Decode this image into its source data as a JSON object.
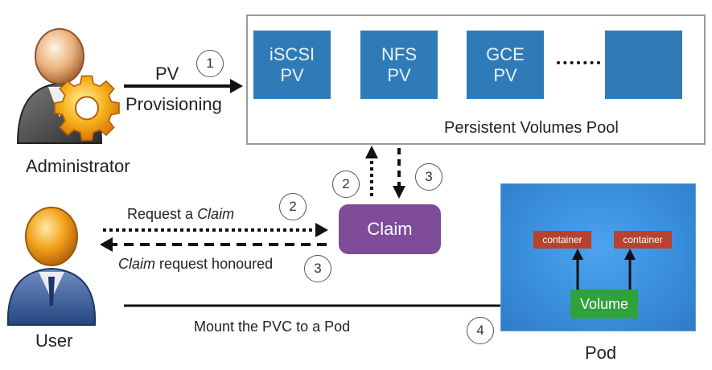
{
  "colors": {
    "pv_blue": "#2f7bb7",
    "claim_purple": "#7e4c98",
    "pod_blue": "#3a8fdc",
    "container_red": "#b7432e",
    "volume_green": "#2fa23c",
    "arrow": "#111111"
  },
  "icons": {
    "administrator": "administrator-with-gear-icon",
    "user": "user-icon"
  },
  "admin": {
    "label": "Administrator",
    "pv_label": "PV",
    "provisioning_label": "Provisioning",
    "step": "1"
  },
  "pool": {
    "title": "Persistent Volumes Pool",
    "volumes": [
      {
        "line1": "iSCSI",
        "line2": "PV"
      },
      {
        "line1": "NFS",
        "line2": "PV"
      },
      {
        "line1": "GCE",
        "line2": "PV"
      },
      {
        "line1": "",
        "line2": ""
      }
    ]
  },
  "claim": {
    "label": "Claim",
    "step_up": "2",
    "step_down": "3"
  },
  "user": {
    "label": "User",
    "request_prefix": "Request a ",
    "request_claim": "Claim",
    "request_step": "2",
    "honoured_claim": "Claim",
    "honoured_suffix": " request honoured",
    "honoured_step": "3",
    "mount_label": "Mount the PVC to a Pod",
    "mount_step": "4"
  },
  "pod": {
    "label": "Pod",
    "containers": [
      "container",
      "container"
    ],
    "volume": "Volume"
  }
}
